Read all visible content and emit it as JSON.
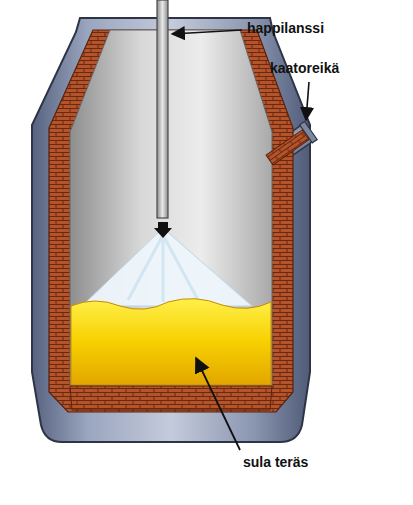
{
  "diagram": {
    "labels": [
      "happilanssi",
      "kaatoreikä",
      "sula teräs"
    ]
  }
}
